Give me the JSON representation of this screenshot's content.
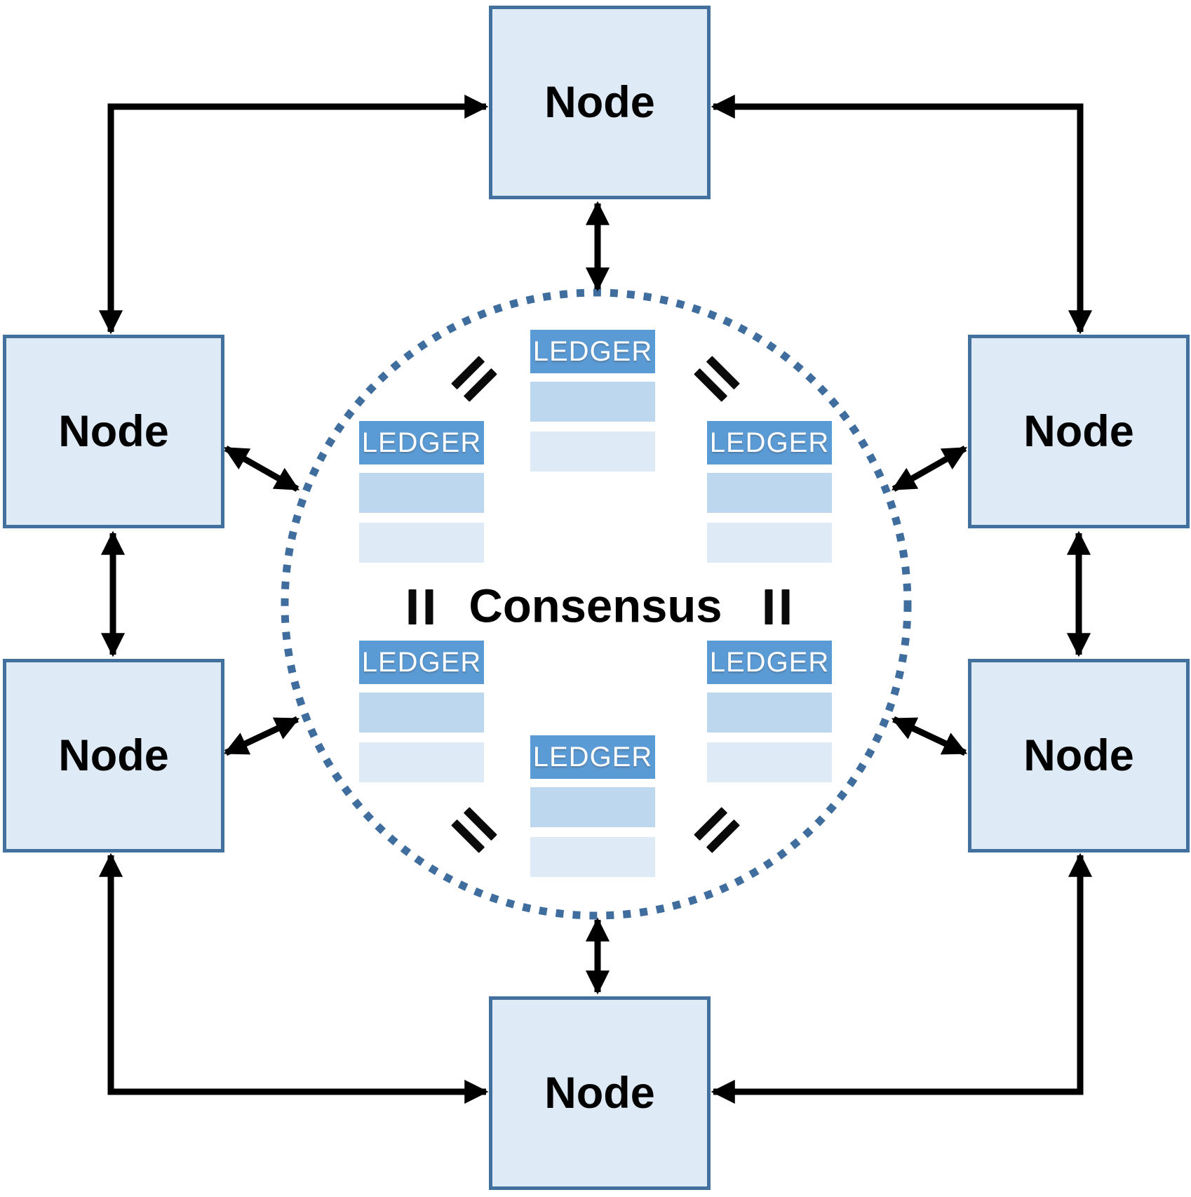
{
  "center": {
    "label": "Consensus"
  },
  "nodes": [
    {
      "id": "top",
      "label": "Node"
    },
    {
      "id": "left-upper",
      "label": "Node"
    },
    {
      "id": "left-lower",
      "label": "Node"
    },
    {
      "id": "right-upper",
      "label": "Node"
    },
    {
      "id": "right-lower",
      "label": "Node"
    },
    {
      "id": "bottom",
      "label": "Node"
    }
  ],
  "ledgers": [
    {
      "position": "top",
      "label": "LEDGER"
    },
    {
      "position": "upper-left",
      "label": "LEDGER"
    },
    {
      "position": "upper-right",
      "label": "LEDGER"
    },
    {
      "position": "lower-left",
      "label": "LEDGER"
    },
    {
      "position": "lower-right",
      "label": "LEDGER"
    },
    {
      "position": "bottom",
      "label": "LEDGER"
    }
  ],
  "icons": {
    "equals_mark": "double-bar-equals",
    "arrow": "double-headed-black-arrow",
    "circle": "dotted-consensus-boundary"
  },
  "colors": {
    "node_fill": "#deebf7",
    "node_border": "#41719c",
    "ledger_header": "#5b9bd5",
    "ledger_row_mid": "#bdd7ee",
    "ledger_row_light": "#deebf7",
    "circle_dots": "#3f6e9e",
    "arrows": "#000000",
    "ledger_text": "#ffffff",
    "title_text": "#000000"
  }
}
